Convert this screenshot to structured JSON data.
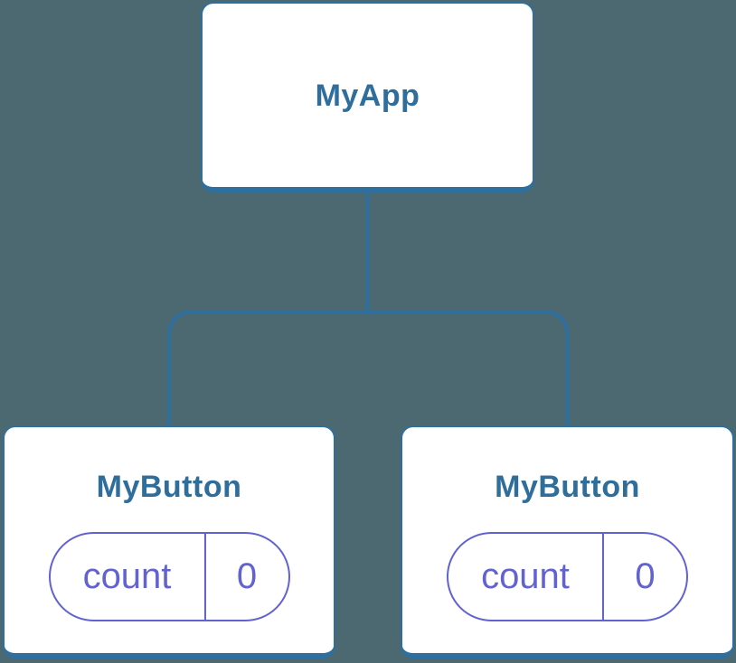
{
  "diagram": {
    "kind": "react-component-tree",
    "root": {
      "label": "MyApp"
    },
    "children": [
      {
        "label": "MyButton",
        "state": {
          "key": "count",
          "value": "0"
        }
      },
      {
        "label": "MyButton",
        "state": {
          "key": "count",
          "value": "0"
        }
      }
    ]
  },
  "colors": {
    "background": "#4C6972",
    "node_border": "#2E6F9E",
    "node_fill": "#FFFFFF",
    "node_label": "#2F6D9B",
    "connector": "#2E6F9E",
    "state_accent": "#6262D1"
  }
}
